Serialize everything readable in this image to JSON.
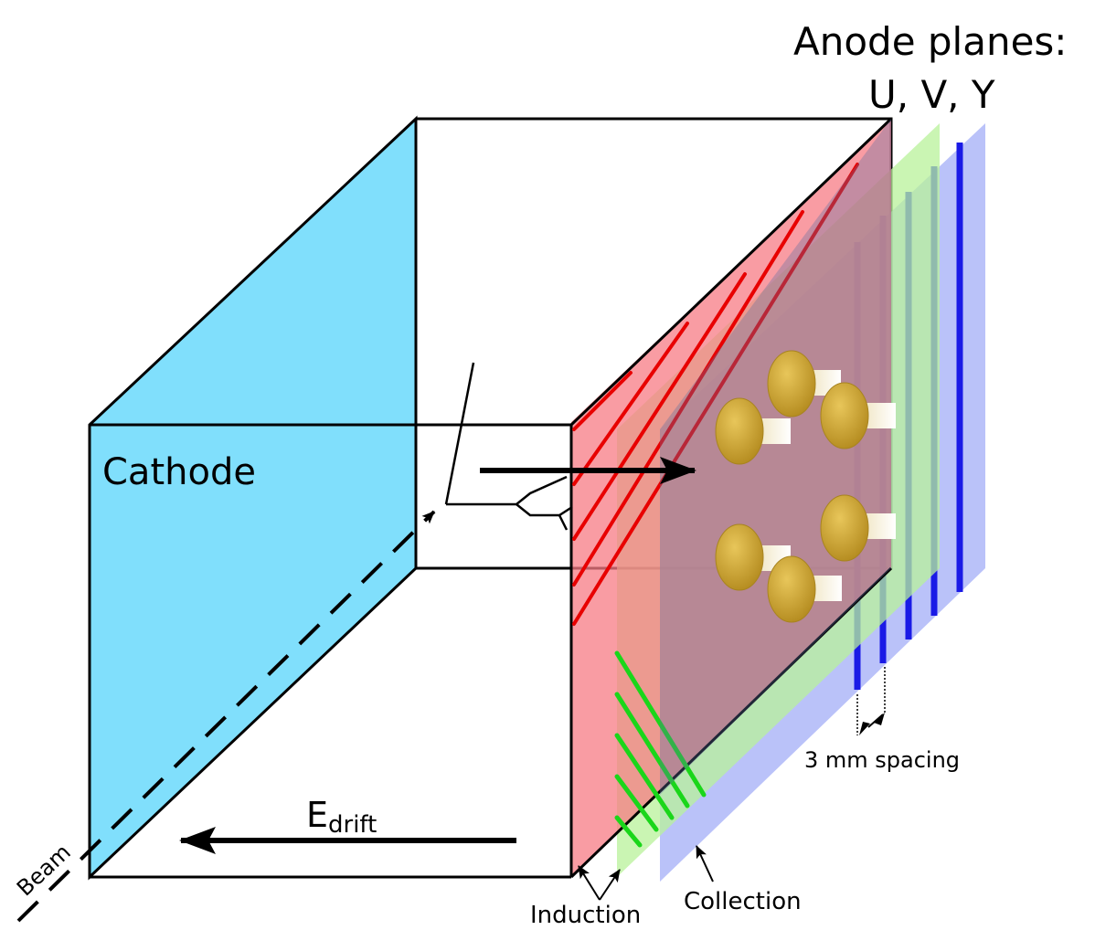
{
  "labels": {
    "title_line1": "Anode planes:",
    "title_line2": "U, V, Y",
    "cathode": "Cathode",
    "e_drift_main": "E",
    "e_drift_sub": "drift",
    "beam": "Beam",
    "spacing": "3 mm spacing",
    "induction": "Induction",
    "collection": "Collection"
  },
  "colors": {
    "cathode_fill": "#80dffc",
    "u_plane": "#f77b84",
    "v_plane": "#b8f299",
    "y_plane": "#8c99f5",
    "u_wire": "#e80000",
    "v_wire": "#1ad61a",
    "y_wire": "#1a1ae6",
    "pmt_fill": "#c9a233"
  }
}
